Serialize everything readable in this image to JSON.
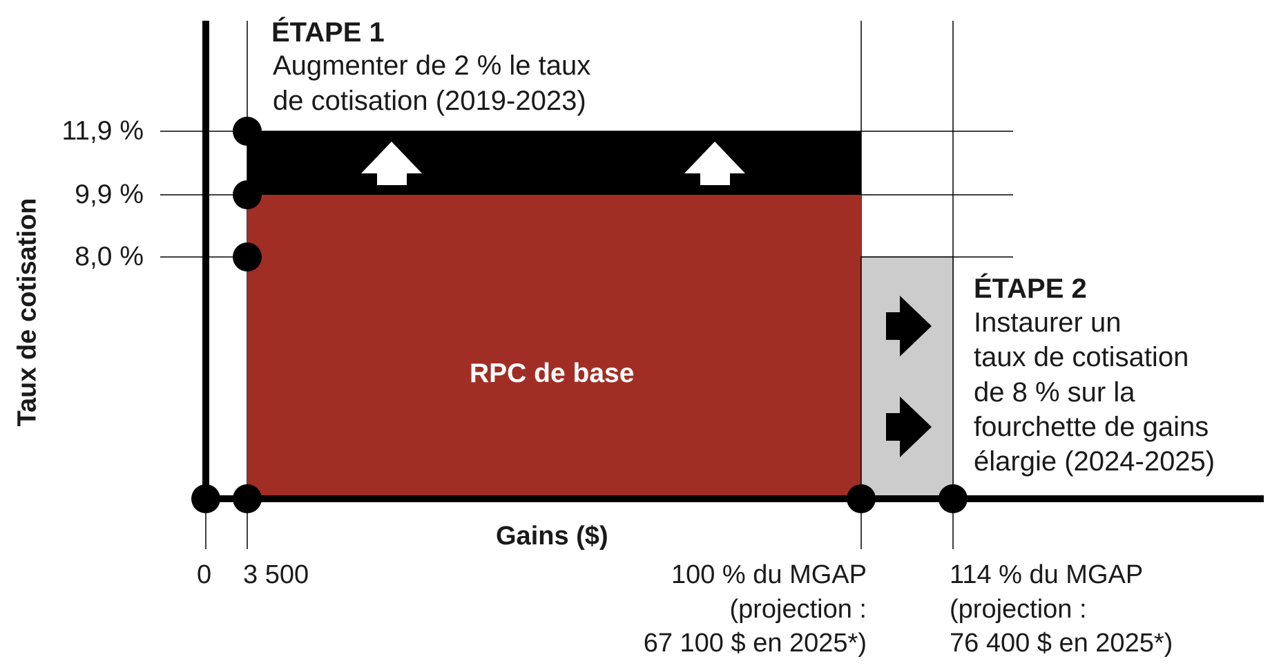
{
  "step1": {
    "title": "ÉTAPE 1",
    "line1": "Augmenter de 2 % le taux",
    "line2": "de cotisation (2019-2023)"
  },
  "step2": {
    "title": "ÉTAPE 2",
    "lines": [
      "Instaurer un",
      "taux de cotisation",
      "de 8 % sur la",
      "fourchette de gains",
      "élargie (2024-2025)"
    ]
  },
  "y_axis": {
    "label": "Taux de cotisation",
    "ticks": [
      "11,9 %",
      "9,9 %",
      "8,0 %"
    ]
  },
  "x_axis": {
    "label": "Gains ($)",
    "tick_0": "0",
    "tick_3500": "3 500",
    "tick_100": [
      "100 % du MGAP",
      "(projection :",
      "67 100 $ en 2025*)"
    ],
    "tick_114": [
      "114 % du MGAP",
      "(projection :",
      "76 400 $ en 2025*)"
    ]
  },
  "base_label": "RPC de base",
  "colors": {
    "base": "#a12e24",
    "increase": "#000000",
    "extension": "#cccccc",
    "axis": "#000000"
  },
  "icons": [
    "up-arrow-icon",
    "up-arrow-icon",
    "right-arrow-icon",
    "right-arrow-icon"
  ]
}
